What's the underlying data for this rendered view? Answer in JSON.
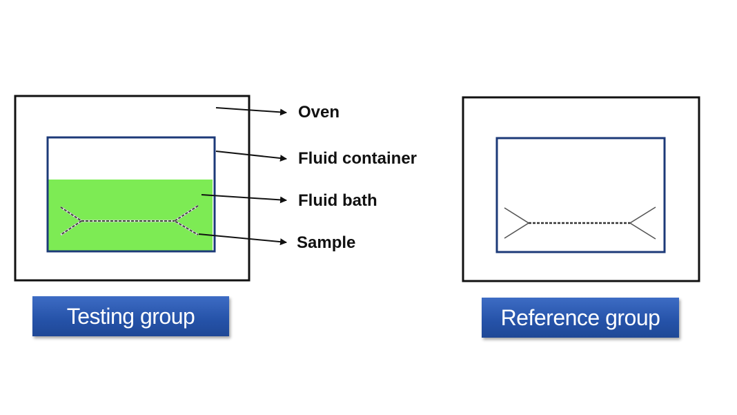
{
  "labels": {
    "oven": "Oven",
    "fluid_container": "Fluid container",
    "fluid_bath": "Fluid bath",
    "sample": "Sample"
  },
  "groups": {
    "testing": "Testing group",
    "reference": "Reference group"
  },
  "colors": {
    "oven_border": "#111111",
    "container_border": "#1c3a78",
    "fluid_bath": "#7deb54",
    "button": "#2552a8"
  }
}
